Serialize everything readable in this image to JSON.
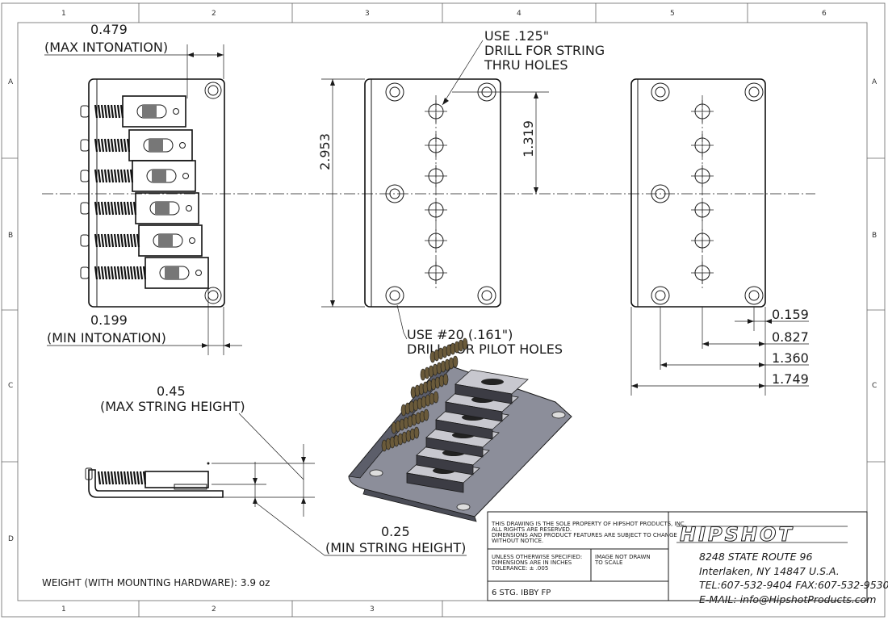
{
  "border": {
    "columns_top": [
      "1",
      "2",
      "3",
      "4",
      "5",
      "6"
    ],
    "columns_bottom": [
      "1",
      "2",
      "3"
    ],
    "rows": [
      "A",
      "B",
      "C",
      "D"
    ]
  },
  "dimensions": {
    "max_intonation_value": "0.479",
    "max_intonation_label": "(MAX INTONATION)",
    "min_intonation_value": "0.199",
    "min_intonation_label": "(MIN INTONATION)",
    "height_2953": "2.953",
    "height_1319": "1.319",
    "d_0159": "0.159",
    "d_0827": "0.827",
    "d_1360": "1.360",
    "d_1749": "1.749",
    "max_string_height_value": "0.45",
    "max_string_height_label": "(MAX STRING HEIGHT)",
    "min_string_height_value": "0.25",
    "min_string_height_label": "(MIN STRING HEIGHT)"
  },
  "notes": {
    "string_holes_line1": "USE .125\"",
    "string_holes_line2": "DRILL FOR STRING",
    "string_holes_line3": "THRU HOLES",
    "pilot_holes_line1": "USE #20 (.161\")",
    "pilot_holes_line2": "DRILL FOR PILOT HOLES",
    "weight": "WEIGHT (WITH MOUNTING HARDWARE): 3.9 oz"
  },
  "title_block": {
    "property_line1": "THIS DRAWING IS THE SOLE PROPERTY OF HIPSHOT PRODUCTS, INC.",
    "property_line2": "ALL RIGHTS ARE RESERVED.",
    "property_line3": "DIMENSIONS AND PRODUCT FEATURES ARE SUBJECT TO CHANGE",
    "property_line4": "WITHOUT NOTICE.",
    "unless_line1": "UNLESS OTHERWISE SPECIFIED:",
    "unless_line2": "DIMENSIONS ARE IN INCHES",
    "unless_line3": "TOLERANCE:  ± .005",
    "image_line1": "IMAGE NOT DRAWN",
    "image_line2": "TO SCALE",
    "part_name": "6 STG. IBBY FP",
    "logo_text": "HIPSHOT",
    "address_line1": "8248 STATE ROUTE 96",
    "address_line2": "Interlaken, NY 14847 U.S.A.",
    "address_line3": "TEL:607-532-9404 FAX:607-532-9530",
    "address_line4": "E-MAIL: info@HipshotProducts.com"
  }
}
